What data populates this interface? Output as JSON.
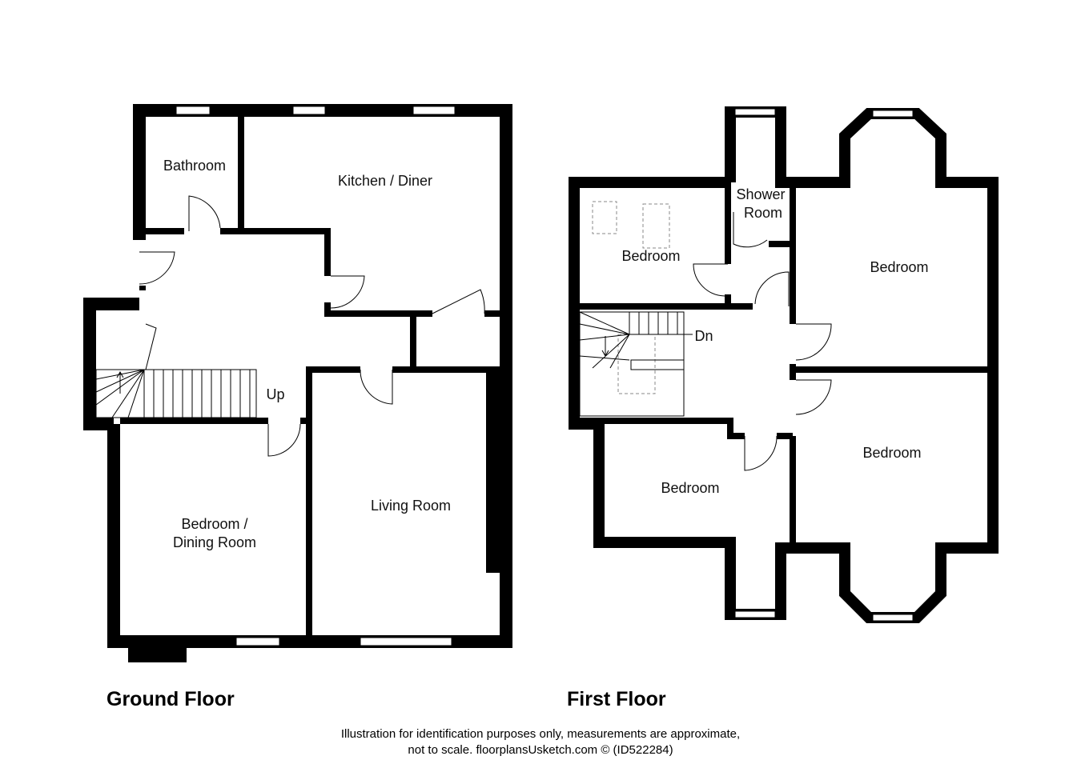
{
  "ground_floor": {
    "title": "Ground Floor",
    "rooms": {
      "bathroom": "Bathroom",
      "kitchen": "Kitchen / Diner",
      "bedroom_dining_1": "Bedroom /",
      "bedroom_dining_2": "Dining Room",
      "living": "Living Room"
    },
    "stairs_label": "Up"
  },
  "first_floor": {
    "title": "First Floor",
    "rooms": {
      "shower_1": "Shower",
      "shower_2": "Room",
      "bedroom_a": "Bedroom",
      "bedroom_b": "Bedroom",
      "bedroom_c": "Bedroom",
      "bedroom_d": "Bedroom"
    },
    "stairs_label": "Dn"
  },
  "footer": {
    "line1": "Illustration for identification purposes only, measurements are approximate,",
    "line2": "not to scale. floorplansUsketch.com © (ID522284)"
  },
  "colors": {
    "wall": "#000000",
    "background": "#ffffff"
  }
}
